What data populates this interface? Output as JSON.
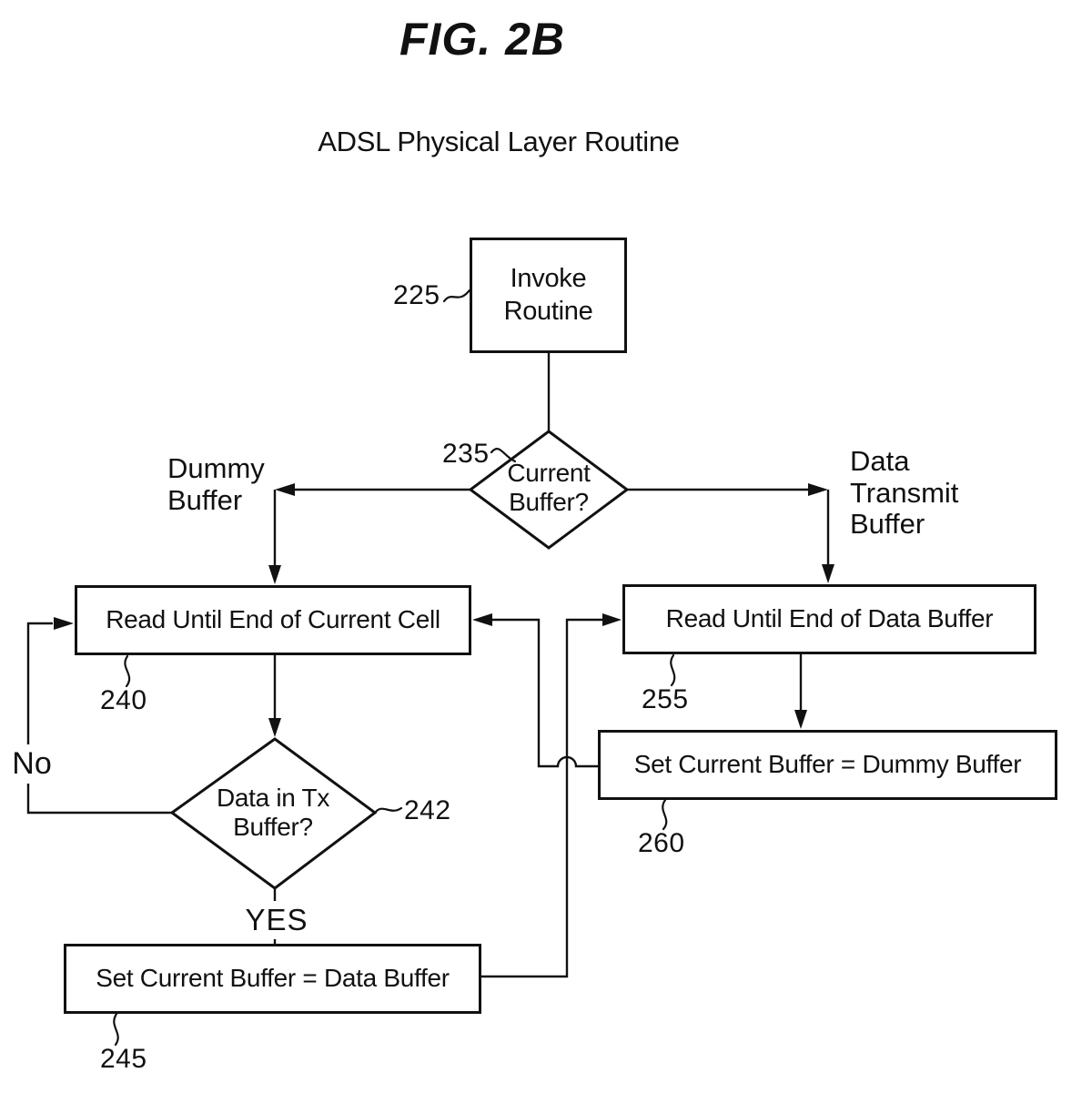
{
  "figure": {
    "title": "FIG. 2B",
    "subtitle": "ADSL Physical Layer Routine"
  },
  "nodes": {
    "invoke_routine": {
      "ref": "225",
      "label": "Invoke\nRoutine"
    },
    "current_buffer": {
      "ref": "235",
      "label": "Current\nBuffer?"
    },
    "read_until_end_current_cell span": {
      "ref": "",
      "label": ""
    },
    "read_until_end_current_cell": {
      "ref": "240",
      "label": "Read Until End of Current Cell"
    },
    "data_in_tx_buffer": {
      "ref": "242",
      "label": "Data in Tx\nBuffer?"
    },
    "set_current_buffer_data": {
      "ref": "245",
      "label": "Set Current Buffer = Data Buffer"
    },
    "read_until_end_data_buffer": {
      "ref": "255",
      "label": "Read Until End of Data Buffer"
    },
    "set_current_buffer_dummy": {
      "ref": "260",
      "label": "Set Current Buffer = Dummy Buffer"
    }
  },
  "branch_labels": {
    "dummy_buffer": "Dummy\nBuffer",
    "data_transmit_buffer": "Data\nTransmit\nBuffer",
    "no": "No",
    "yes": "YES"
  },
  "colors": {
    "ink": "#111111",
    "paper": "#ffffff"
  }
}
